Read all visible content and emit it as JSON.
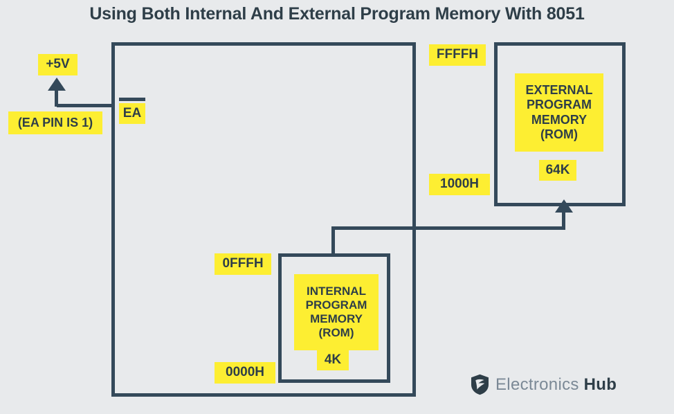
{
  "title": "Using Both Internal And External Program Memory With 8051",
  "colors": {
    "background": "#e8eaec",
    "line": "#34495a",
    "highlight": "#fdee32",
    "text": "#2e3e48",
    "logo_muted": "#7b8996"
  },
  "labels": {
    "supply_voltage": "+5V",
    "ea_pin_note": "(EA PIN IS 1)",
    "ea_pin": "EA",
    "ffffh": "FFFFH",
    "addr_1000h": "1000H",
    "external_rom": "EXTERNAL\nPROGRAM\nMEMORY\n(ROM)",
    "external_rom_size": "64K",
    "addr_0fffh": "0FFFH",
    "addr_0000h": "0000H",
    "internal_rom": "INTERNAL\nPROGRAM\nMEMORY\n(ROM)",
    "internal_rom_size": "4K"
  },
  "logo": {
    "icon": "shield-icon",
    "text_light": "Electronics",
    "text_bold": "Hub"
  }
}
